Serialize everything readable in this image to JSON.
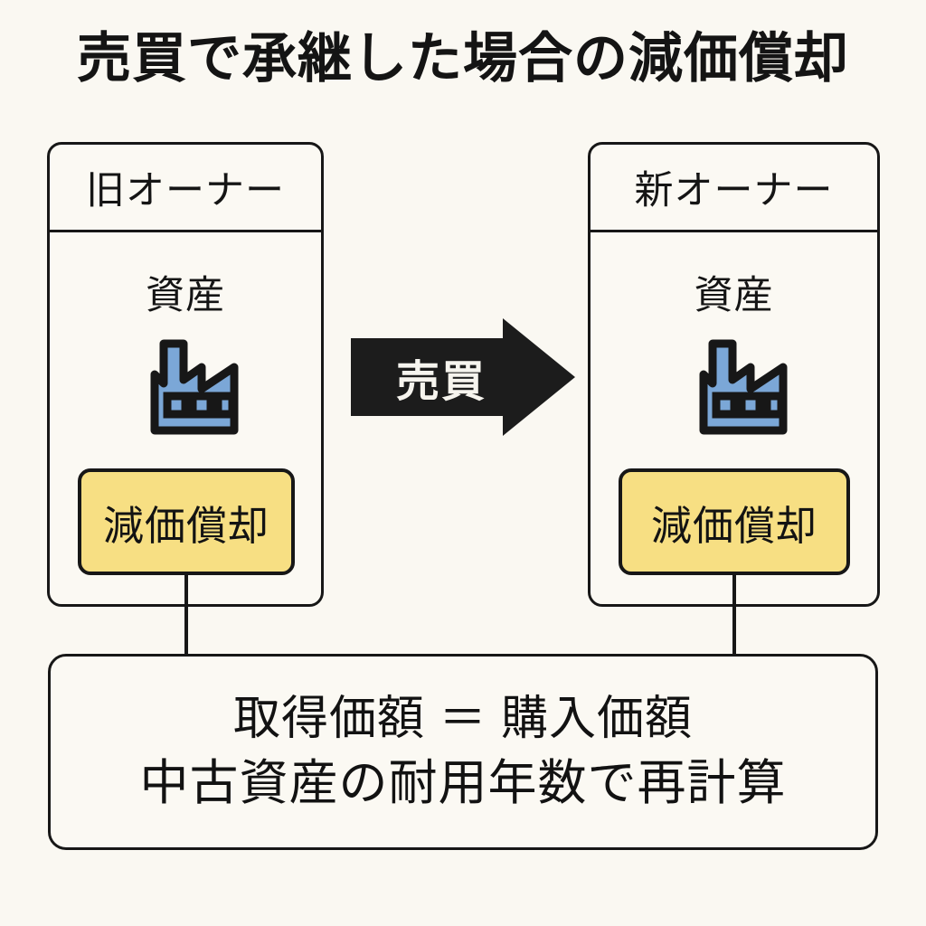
{
  "page": {
    "title": "売買で承継した場合の減価償却",
    "background_color": "#faf8f2",
    "ink_color": "#171717"
  },
  "panels": {
    "old_owner": {
      "header": "旧オーナー",
      "asset_label": "資産",
      "asset_icon": "factory-icon",
      "depreciation_chip": "減価償却"
    },
    "new_owner": {
      "header": "新オーナー",
      "asset_label": "資産",
      "asset_icon": "factory-icon",
      "depreciation_chip": "減価償却"
    }
  },
  "transfer": {
    "label": "売買",
    "icon": "right-arrow-icon",
    "fill_color": "#1c1c1c",
    "text_color": "#f6f4ee"
  },
  "summary": {
    "line1": "取得価額 ＝ 購入価額",
    "line2": "中古資産の耐用年数で再計算"
  },
  "colors": {
    "asset_blue": "#7ba7d7",
    "depreciation_yellow": "#f7df83",
    "panel_fill": "#fbf9f3"
  }
}
